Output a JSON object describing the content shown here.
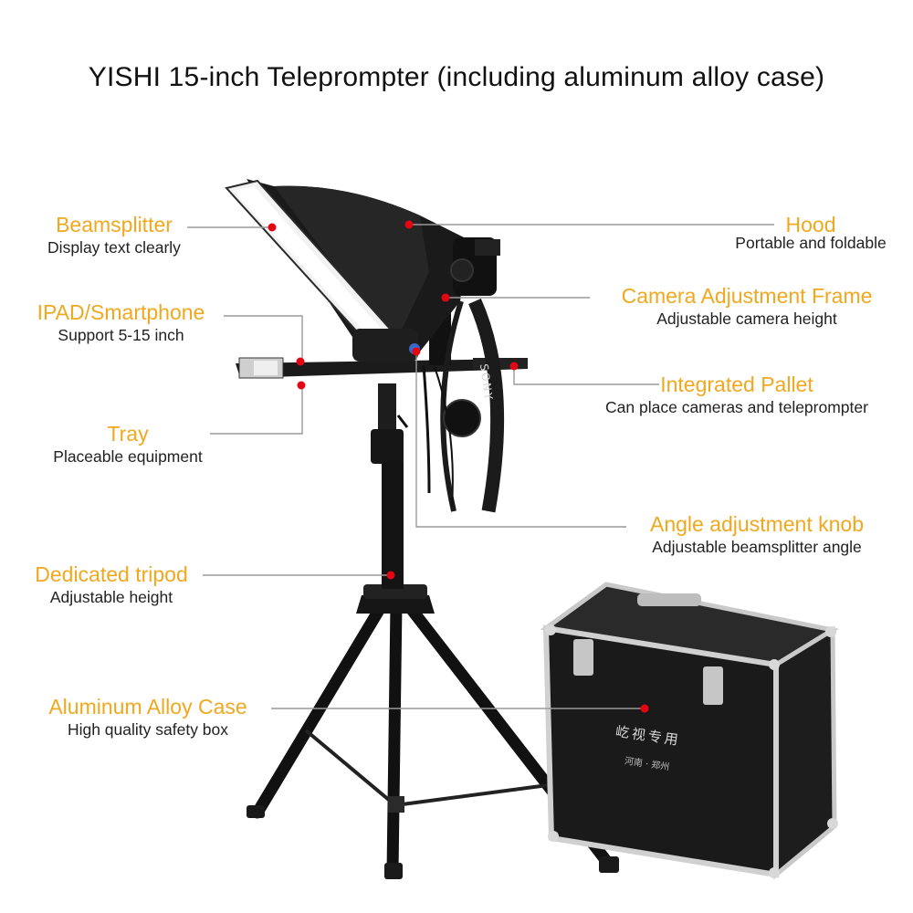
{
  "title": "YISHI 15-inch Teleprompter (including aluminum alloy case)",
  "callouts": {
    "beamsplitter": {
      "name": "Beamsplitter",
      "desc": "Display text clearly"
    },
    "ipad": {
      "name": "IPAD/Smartphone",
      "desc": "Support 5-15 inch"
    },
    "tray": {
      "name": "Tray",
      "desc": "Placeable equipment"
    },
    "tripod": {
      "name": "Dedicated tripod",
      "desc": "Adjustable height"
    },
    "alloy_case": {
      "name": "Aluminum Alloy Case",
      "desc": "High quality safety box"
    },
    "hood": {
      "name": "Hood",
      "desc": "Portable and foldable"
    },
    "camera_frame": {
      "name": "Camera Adjustment Frame",
      "desc": "Adjustable camera height"
    },
    "pallet": {
      "name": "Integrated Pallet",
      "desc": "Can place cameras and teleprompter"
    },
    "knob": {
      "name": "Angle adjustment knob",
      "desc": "Adjustable beamsplitter angle"
    }
  },
  "product_text": {
    "camera_strap": "SONY",
    "case_label": "屹视专用",
    "case_sublabel": "河南 · 郑州"
  },
  "colors": {
    "callout_heading": "#f0a81e",
    "callout_text": "#222222",
    "leader_line": "#9a9a9a",
    "marker_dot": "#e30613"
  }
}
